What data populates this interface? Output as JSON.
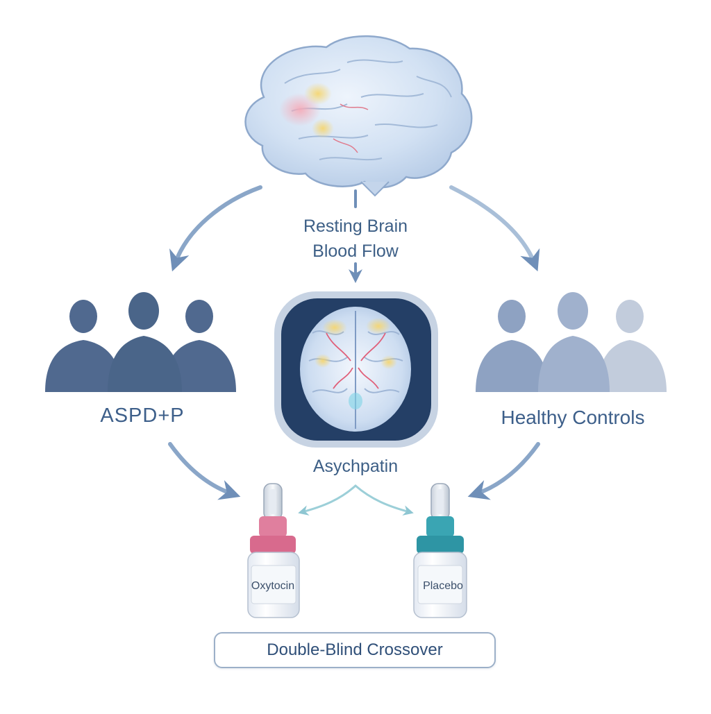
{
  "diagram": {
    "center_label": {
      "line1": "Resting Brain",
      "line2": "Blood Flow"
    },
    "groups": {
      "left": "ASPD+P",
      "right": "Healthy Controls"
    },
    "scan_label": "Asychpatin",
    "bottles": {
      "left": "Oxytocin",
      "right": "Placebo"
    },
    "footer": "Double-Blind Crossover"
  },
  "colors": {
    "primary_text": "#3d5f8a",
    "group_left": "#4e6b92",
    "group_right": "#97a9c6",
    "arrow": "#7f9cc0",
    "teal_arrow": "#9ccfd8",
    "oxytocin_cap": "#e07f9e",
    "placebo_cap": "#3aa5b3",
    "scan_frame": "#233f66"
  },
  "icons": {
    "brain": "brain-icon",
    "scan": "brain-scan-icon",
    "group": "people-silhouette-icon",
    "bottle": "nasal-spray-bottle-icon"
  }
}
